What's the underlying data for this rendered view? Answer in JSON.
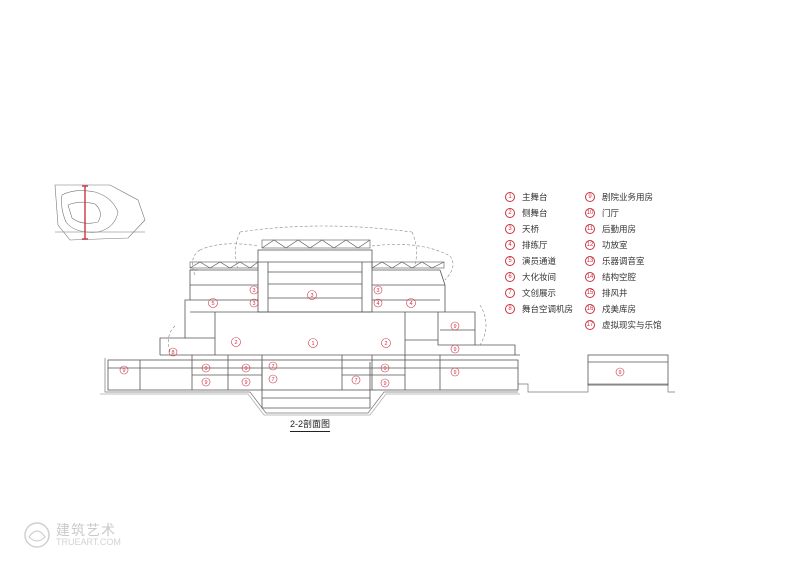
{
  "legend": [
    {
      "num": "1",
      "label": "主舞台"
    },
    {
      "num": "2",
      "label": "侧舞台"
    },
    {
      "num": "3",
      "label": "天桥"
    },
    {
      "num": "4",
      "label": "排练厅"
    },
    {
      "num": "5",
      "label": "演员通道"
    },
    {
      "num": "6",
      "label": "大化妆间"
    },
    {
      "num": "7",
      "label": "文创展示"
    },
    {
      "num": "8",
      "label": "舞台空调机房"
    },
    {
      "num": "9",
      "label": "剧院业务用房"
    },
    {
      "num": "10",
      "label": "门厅"
    },
    {
      "num": "11",
      "label": "后勤用房"
    },
    {
      "num": "12",
      "label": "功放室"
    },
    {
      "num": "13",
      "label": "乐器调音室"
    },
    {
      "num": "14",
      "label": "结构空腔"
    },
    {
      "num": "15",
      "label": "排风井"
    },
    {
      "num": "16",
      "label": "戍美库房"
    },
    {
      "num": "17",
      "label": "虚拟现实与乐馆"
    }
  ],
  "caption": "2-2剖面图",
  "watermark": {
    "cn": "建筑艺术",
    "en": "TRUEART.COM"
  },
  "colors": {
    "line": "#555555",
    "label": "#cc3344",
    "ground": "#777777"
  }
}
